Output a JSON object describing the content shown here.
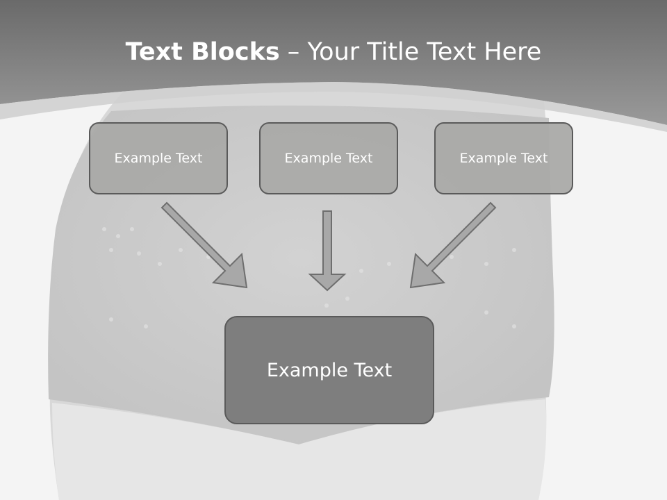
{
  "title": {
    "bold": "Text Blocks",
    "dash": " – ",
    "rest": "Your Title Text Here"
  },
  "boxes": [
    {
      "label": "Example Text"
    },
    {
      "label": "Example Text"
    },
    {
      "label": "Example Text"
    }
  ],
  "center_box": {
    "label": "Example Text"
  },
  "colors": {
    "header_band": "#7a7a7a",
    "box_fill": "#aaaaa8",
    "center_fill": "#7e7e7e",
    "border": "#5a5a5a",
    "arrow_fill": "#a8a8a8"
  }
}
